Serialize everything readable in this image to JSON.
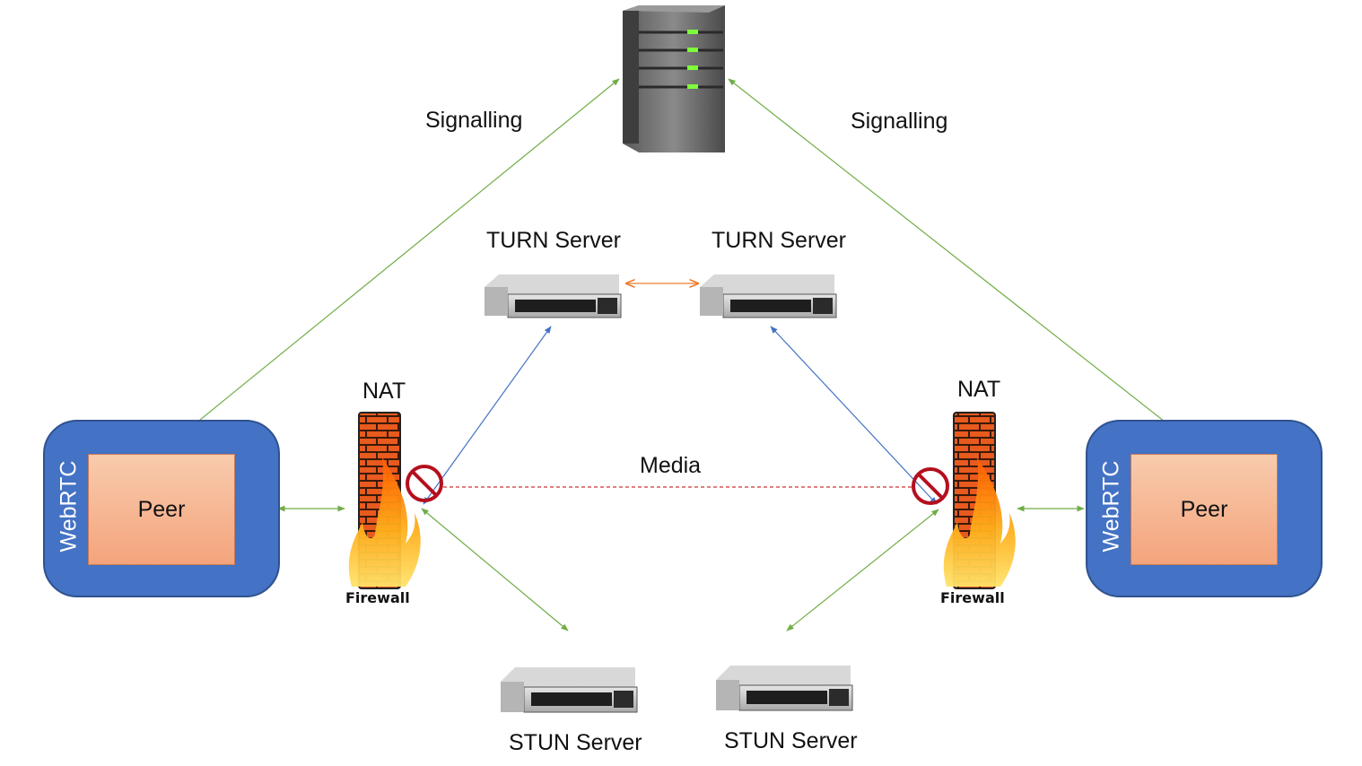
{
  "signalling_server": {
    "label_left": "Signalling",
    "label_right": "Signalling"
  },
  "turn_servers": [
    {
      "label": "TURN Server"
    },
    {
      "label": "TURN Server"
    }
  ],
  "stun_servers": [
    {
      "label": "STUN Server"
    },
    {
      "label": "STUN Server"
    }
  ],
  "nat_left": {
    "label": "NAT",
    "firewall_label": "Firewall"
  },
  "nat_right": {
    "label": "NAT",
    "firewall_label": "Firewall"
  },
  "peer_left": {
    "container_label": "WebRTC",
    "label": "Peer"
  },
  "peer_right": {
    "container_label": "WebRTC",
    "label": "Peer"
  },
  "media": {
    "label": "Media"
  },
  "colors": {
    "signalling_line": "#70ad47",
    "turn_link": "#ed7d31",
    "relay_line": "#4472c4",
    "media_line": "#c00000",
    "peer_container": "#4472c4",
    "peer_fill": "#f4b183"
  }
}
